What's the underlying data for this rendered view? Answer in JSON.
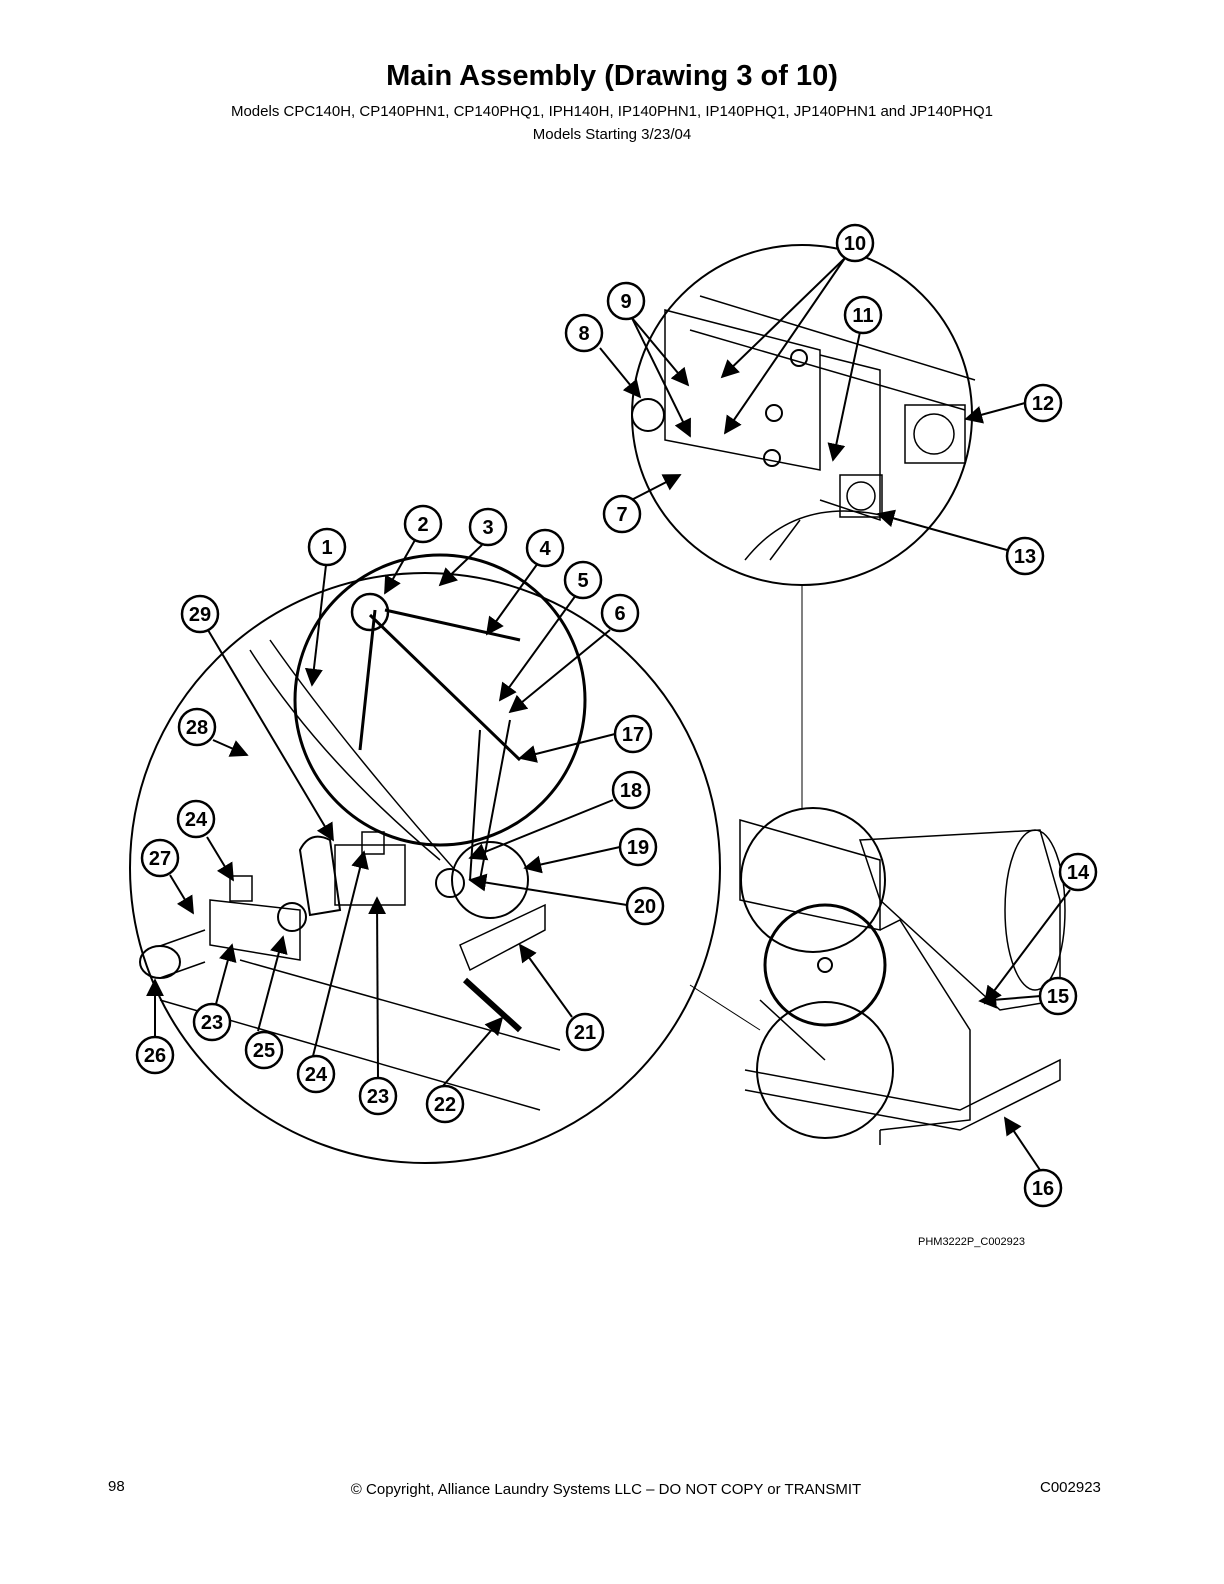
{
  "header": {
    "title": "Main Assembly (Drawing 3 of 10)",
    "models": "Models CPC140H, CP140PHN1, CP140PHQ1, IPH140H, IP140PHN1, IP140PHQ1, JP140PHN1 and JP140PHQ1",
    "start": "Models Starting 3/23/04"
  },
  "drawing_code": "PHM3222P_C002923",
  "callouts": [
    "1",
    "2",
    "3",
    "4",
    "5",
    "6",
    "7",
    "8",
    "9",
    "10",
    "11",
    "12",
    "13",
    "14",
    "15",
    "16",
    "17",
    "18",
    "19",
    "20",
    "21",
    "22",
    "23",
    "23",
    "24",
    "24",
    "25",
    "26",
    "27",
    "28",
    "29"
  ],
  "footer": {
    "page": "98",
    "copyright": "© Copyright, Alliance Laundry Systems LLC – DO NOT COPY or TRANSMIT",
    "doc": "C002923"
  }
}
